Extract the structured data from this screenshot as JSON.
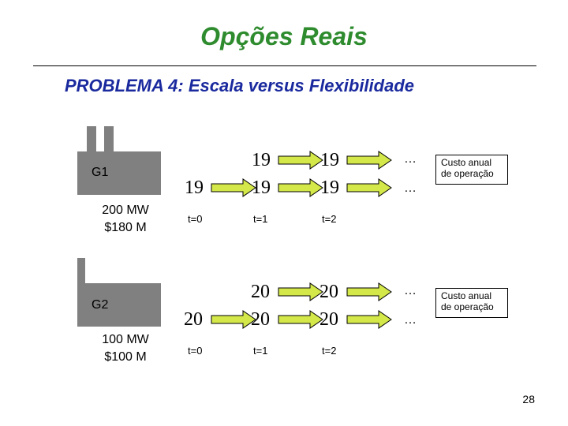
{
  "slide": {
    "title": "Opções Reais",
    "subtitle": "PROBLEMA 4: Escala versus Flexibilidade",
    "page_number": "28"
  },
  "plants": [
    {
      "name": "G1",
      "capacity": "200 MW",
      "cost": "$180 M",
      "initial": "19",
      "upper": [
        "19",
        "19"
      ],
      "lower": [
        "19",
        "19"
      ],
      "dots": "…",
      "times": [
        "t=0",
        "t=1",
        "t=2"
      ],
      "cost_label": "Custo anual de operação"
    },
    {
      "name": "G2",
      "capacity": "100 MW",
      "cost": "$100 M",
      "initial": "20",
      "upper": [
        "20",
        "20"
      ],
      "lower": [
        "20",
        "20"
      ],
      "dots": "…",
      "times": [
        "t=0",
        "t=1",
        "t=2"
      ],
      "cost_label": "Custo anual de operação"
    }
  ],
  "colors": {
    "title": "#2e8b2e",
    "subtitle": "#1a2a9e",
    "arrow_fill": "#d4e84a",
    "factory": "#808080"
  }
}
